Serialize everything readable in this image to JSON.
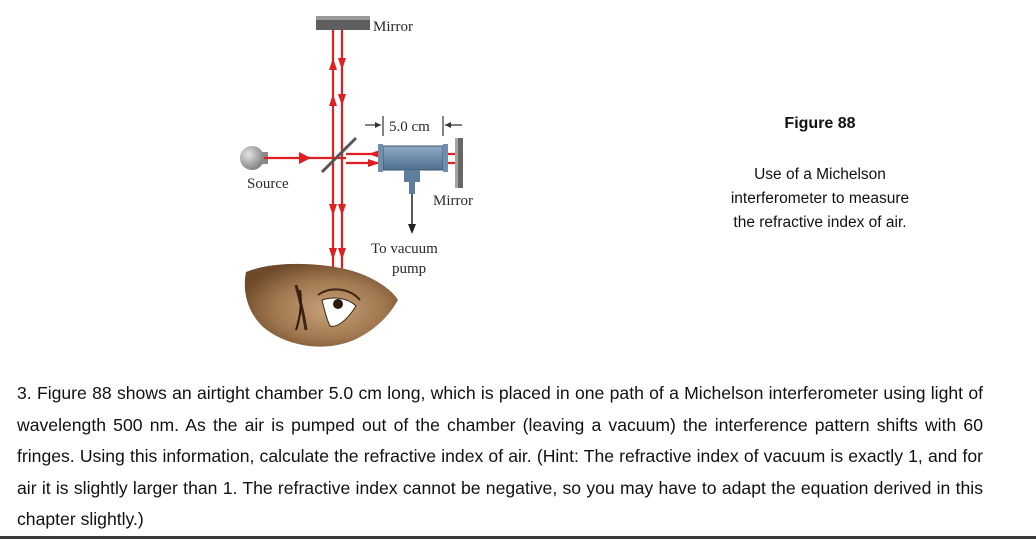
{
  "figure": {
    "labels": {
      "top_mirror": "Mirror",
      "side_mirror": "Mirror",
      "source": "Source",
      "chamber_length": "5.0 cm",
      "vacuum_line1": "To vacuum",
      "vacuum_line2": "pump"
    },
    "colors": {
      "beam": "#e02020",
      "chamber": "#6f8dac",
      "mirror": "#6b6b6b",
      "source": "#9a9a9a",
      "skin": "#a0774f"
    }
  },
  "caption": {
    "title": "Figure 88",
    "text": "Use of a Michelson interferometer to measure the refractive index of air."
  },
  "problem": {
    "text": "3. Figure 88 shows an airtight chamber 5.0 cm long, which is placed in one path of a Michelson interferometer using light of wavelength 500 nm. As the air is pumped out of the chamber (leaving a vacuum) the interference pattern shifts with 60 fringes. Using this information, calculate the refractive index of air. (Hint: The refractive index of vacuum is exactly 1, and for air it is slightly larger than 1. The refractive index cannot be negative, so you may have to adapt the equation derived in this chapter slightly.)"
  }
}
